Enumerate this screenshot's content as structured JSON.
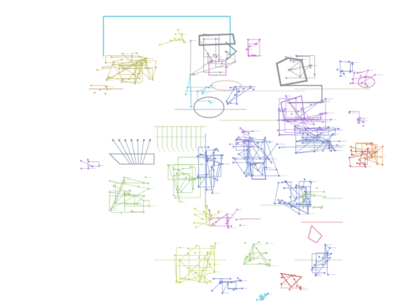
{
  "diagram": {
    "background": "#ffffff",
    "link_color_default": "#9aa0b4",
    "clusters": [
      {
        "name": "olive-cluster",
        "color": "#b9b35a"
      },
      {
        "name": "gray-cluster",
        "color": "#8e8e98"
      },
      {
        "name": "purple-cluster",
        "color": "#a47ad6"
      },
      {
        "name": "blue-cluster",
        "color": "#6b7fc7"
      },
      {
        "name": "green-cluster",
        "color": "#9cc77a"
      },
      {
        "name": "red-cluster",
        "color": "#c45a5a"
      },
      {
        "name": "magenta-cluster",
        "color": "#c36fc9"
      },
      {
        "name": "cyan-cluster",
        "color": "#5cc4d8"
      },
      {
        "name": "yellowgreen-cluster",
        "color": "#c2cf57"
      },
      {
        "name": "orange-cluster",
        "color": "#d98a4a"
      }
    ],
    "labels": []
  }
}
